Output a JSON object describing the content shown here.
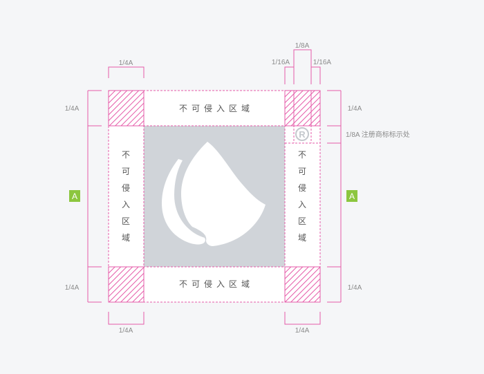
{
  "colors": {
    "guide": "#e55aa8",
    "hatch": "#e55aa8",
    "logo_bg": "#d0d4d9",
    "logo_fg": "#ffffff",
    "accent": "#8cc63f",
    "text": "#8a8a8a",
    "zone_text": "#555555",
    "reg_mark": "#c4c8cd"
  },
  "labels": {
    "quarter_top": "1/4A",
    "quarter_bottom_left": "1/4A",
    "quarter_bottom_right": "1/4A",
    "quarter_left_top": "1/4A",
    "quarter_left_bottom": "1/4A",
    "quarter_right_top": "1/4A",
    "quarter_right_bottom": "1/4A",
    "eighth_top": "1/8A",
    "sixteenth_left": "1/16A",
    "sixteenth_right": "1/16A",
    "registered_note": "1/8A 注册商标标示处",
    "size_marker_left": "A",
    "size_marker_right": "A"
  },
  "zones": {
    "top": "不可侵入区域",
    "bottom": "不可侵入区域",
    "left": [
      "不",
      "可",
      "侵",
      "入",
      "区",
      "域"
    ],
    "right": [
      "不",
      "可",
      "侵",
      "入",
      "区",
      "域"
    ]
  },
  "registered_symbol": "R",
  "icons": {
    "logo": "leaf-moon-icon",
    "registered": "registered-trademark-icon"
  }
}
